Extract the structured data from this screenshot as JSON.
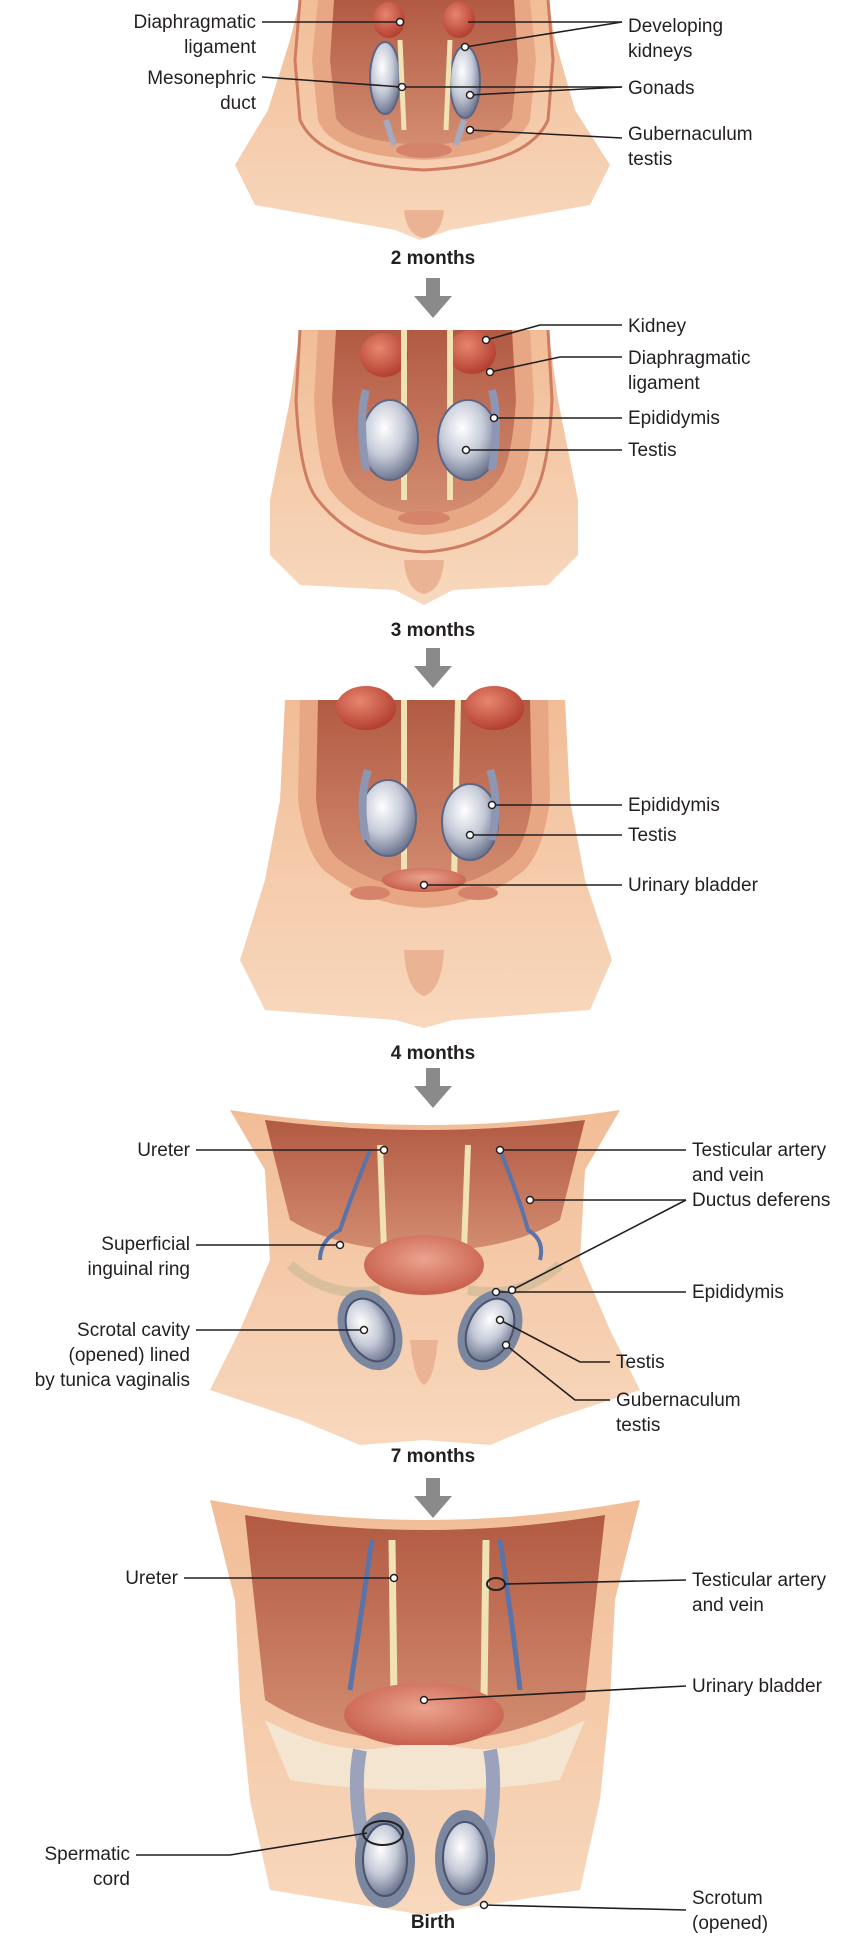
{
  "stages": [
    {
      "caption": "2 months",
      "labels": {
        "diaphragmatic_ligament": "Diaphragmatic\nligament",
        "mesonephric_duct": "Mesonephric\nduct",
        "developing_kidneys": "Developing\nkidneys",
        "gonads": "Gonads",
        "gubernaculum_testis": "Gubernaculum\ntestis"
      }
    },
    {
      "caption": "3 months",
      "labels": {
        "kidney": "Kidney",
        "diaphragmatic_ligament": "Diaphragmatic\nligament",
        "epididymis": "Epididymis",
        "testis": "Testis"
      }
    },
    {
      "caption": "4 months",
      "labels": {
        "epididymis": "Epididymis",
        "testis": "Testis",
        "urinary_bladder": "Urinary bladder"
      }
    },
    {
      "caption": "7 months",
      "labels": {
        "ureter": "Ureter",
        "superficial_inguinal_ring": "Superficial\ninguinal ring",
        "scrotal_cavity": "Scrotal cavity\n(opened) lined\nby tunica vaginalis",
        "testicular_artery_vein": "Testicular artery\nand vein",
        "ductus_deferens": "Ductus deferens",
        "epididymis": "Epididymis",
        "testis": "Testis",
        "gubernaculum_testis": "Gubernaculum\ntestis"
      }
    },
    {
      "caption": "Birth",
      "labels": {
        "ureter": "Ureter",
        "spermatic_cord": "Spermatic\ncord",
        "testicular_artery_vein": "Testicular artery\nand vein",
        "urinary_bladder": "Urinary bladder",
        "scrotum": "Scrotum\n(opened)"
      }
    }
  ],
  "colors": {
    "skin": "#f3c7a3",
    "skin_shadow": "#e2a27d",
    "cavity": "#c7765c",
    "cavity_dark": "#a9533e",
    "organ_red": "#c9463a",
    "testis": "#c5cad8",
    "testis_edge": "#5c6684",
    "duct": "#f1e2b5",
    "vessel": "#5a73a8",
    "arrow": "#8a8a8a",
    "leader": "#231f20"
  }
}
